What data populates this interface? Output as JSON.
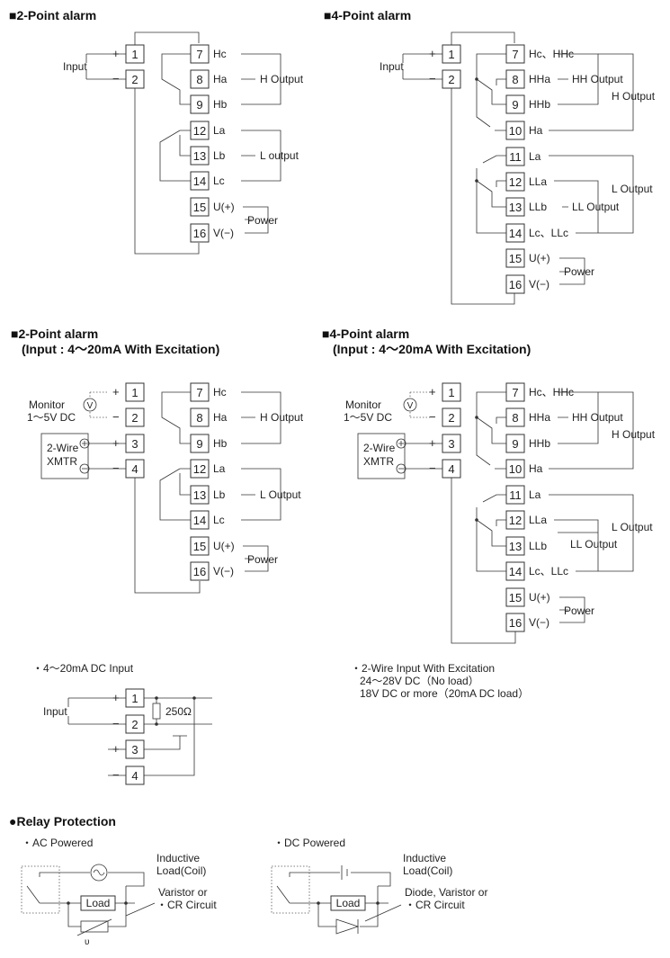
{
  "diagrams": [
    {
      "title": "■2-Point alarm",
      "input_label": "Input",
      "input_terminals": [
        {
          "sign": "+",
          "num": "1"
        },
        {
          "sign": "−",
          "num": "2"
        }
      ],
      "output_terminals": [
        {
          "num": "7",
          "label": "Hc"
        },
        {
          "num": "8",
          "label": "Ha"
        },
        {
          "num": "9",
          "label": "Hb"
        },
        {
          "num": "12",
          "label": "La"
        },
        {
          "num": "13",
          "label": "Lb"
        },
        {
          "num": "14",
          "label": "Lc"
        },
        {
          "num": "15",
          "label": "U(+)"
        },
        {
          "num": "16",
          "label": "V(−)"
        }
      ],
      "group_labels": [
        "H Output",
        "L output",
        "Power"
      ]
    },
    {
      "title": "■4-Point alarm",
      "input_label": "Input",
      "input_terminals": [
        {
          "sign": "+",
          "num": "1"
        },
        {
          "sign": "−",
          "num": "2"
        }
      ],
      "output_terminals": [
        {
          "num": "7",
          "label": "Hc、HHc"
        },
        {
          "num": "8",
          "label": "HHa"
        },
        {
          "num": "9",
          "label": "HHb"
        },
        {
          "num": "10",
          "label": "Ha"
        },
        {
          "num": "11",
          "label": "La"
        },
        {
          "num": "12",
          "label": "LLa"
        },
        {
          "num": "13",
          "label": "LLb"
        },
        {
          "num": "14",
          "label": "Lc、LLc"
        },
        {
          "num": "15",
          "label": "U(+)"
        },
        {
          "num": "16",
          "label": "V(−)"
        }
      ],
      "group_labels": [
        "HH Output",
        "H Output",
        "L Output",
        "LL Output",
        "Power"
      ]
    },
    {
      "title": "■2-Point alarm",
      "subtitle": "(Input : 4〜20mA With Excitation)",
      "monitor_label": "Monitor",
      "monitor_range": "1〜5V DC",
      "meter_symbol": "V",
      "xmtr_label_1": "2-Wire",
      "xmtr_label_2": "XMTR",
      "input_terminals": [
        {
          "sign": "+",
          "num": "1"
        },
        {
          "sign": "−",
          "num": "2"
        },
        {
          "sign": "+",
          "num": "3"
        },
        {
          "sign": "−",
          "num": "4"
        }
      ],
      "output_terminals": [
        {
          "num": "7",
          "label": "Hc"
        },
        {
          "num": "8",
          "label": "Ha"
        },
        {
          "num": "9",
          "label": "Hb"
        },
        {
          "num": "12",
          "label": "La"
        },
        {
          "num": "13",
          "label": "Lb"
        },
        {
          "num": "14",
          "label": "Lc"
        },
        {
          "num": "15",
          "label": "U(+)"
        },
        {
          "num": "16",
          "label": "V(−)"
        }
      ],
      "group_labels": [
        "H Output",
        "L Output",
        "Power"
      ]
    },
    {
      "title": "■4-Point alarm",
      "subtitle": "(Input : 4〜20mA With Excitation)",
      "monitor_label": "Monitor",
      "monitor_range": "1〜5V DC",
      "meter_symbol": "V",
      "xmtr_label_1": "2-Wire",
      "xmtr_label_2": "XMTR",
      "input_terminals": [
        {
          "sign": "+",
          "num": "1"
        },
        {
          "sign": "−",
          "num": "2"
        },
        {
          "sign": "+",
          "num": "3"
        },
        {
          "sign": "−",
          "num": "4"
        }
      ],
      "output_terminals": [
        {
          "num": "7",
          "label": "Hc、HHc"
        },
        {
          "num": "8",
          "label": "HHa"
        },
        {
          "num": "9",
          "label": "HHb"
        },
        {
          "num": "10",
          "label": "Ha"
        },
        {
          "num": "11",
          "label": "La"
        },
        {
          "num": "12",
          "label": "LLa"
        },
        {
          "num": "13",
          "label": "LLb"
        },
        {
          "num": "14",
          "label": "Lc、LLc"
        },
        {
          "num": "15",
          "label": "U(+)"
        },
        {
          "num": "16",
          "label": "V(−)"
        }
      ],
      "group_labels": [
        "HH Output",
        "H Output",
        "L Output",
        "LL Output",
        "Power"
      ]
    }
  ],
  "dc_input": {
    "title": "・4〜20mA DC Input",
    "input_label": "Input",
    "resistor_label": "250Ω",
    "terminals": [
      {
        "sign": "+",
        "num": "1"
      },
      {
        "sign": "−",
        "num": "2"
      },
      {
        "sign": "+",
        "num": "3"
      },
      {
        "sign": "−",
        "num": "4"
      }
    ]
  },
  "wire_notes": {
    "title": "・2-Wire Input With Excitation",
    "line1": "24〜28V DC（No load）",
    "line2": "18V DC or more（20mA DC load）"
  },
  "relay_protection": {
    "title": "●Relay Protection",
    "ac": {
      "title": "・AC Powered",
      "inductive_1": "Inductive",
      "inductive_2": "Load(Coil)",
      "protect_1": "Varistor or",
      "protect_2": "・CR Circuit",
      "load_label": "Load",
      "varistor_symbol": "υ"
    },
    "dc": {
      "title": "・DC Powered",
      "inductive_1": "Inductive",
      "inductive_2": "Load(Coil)",
      "protect_1": "Diode, Varistor or",
      "protect_2": "・CR Circuit",
      "load_label": "Load"
    }
  }
}
